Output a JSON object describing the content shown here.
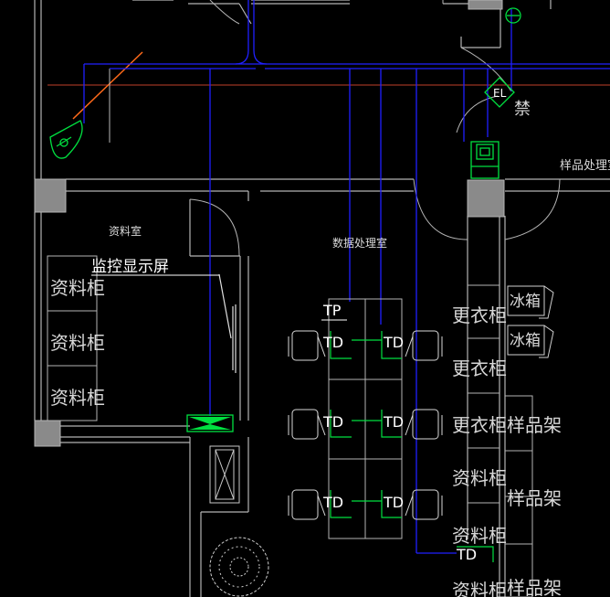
{
  "rooms": {
    "archive_room": "资料室",
    "data_room": "数据处理室",
    "sample_room": "样品处理室"
  },
  "labels": {
    "monitor_screen": "监控显示屏",
    "access_control": "禁",
    "el": "EL",
    "tp": "TP",
    "td": "TD"
  },
  "furniture": {
    "cabinet": "资料柜",
    "locker": "更衣柜",
    "fridge": "冰箱",
    "sample_rack": "样品架"
  }
}
